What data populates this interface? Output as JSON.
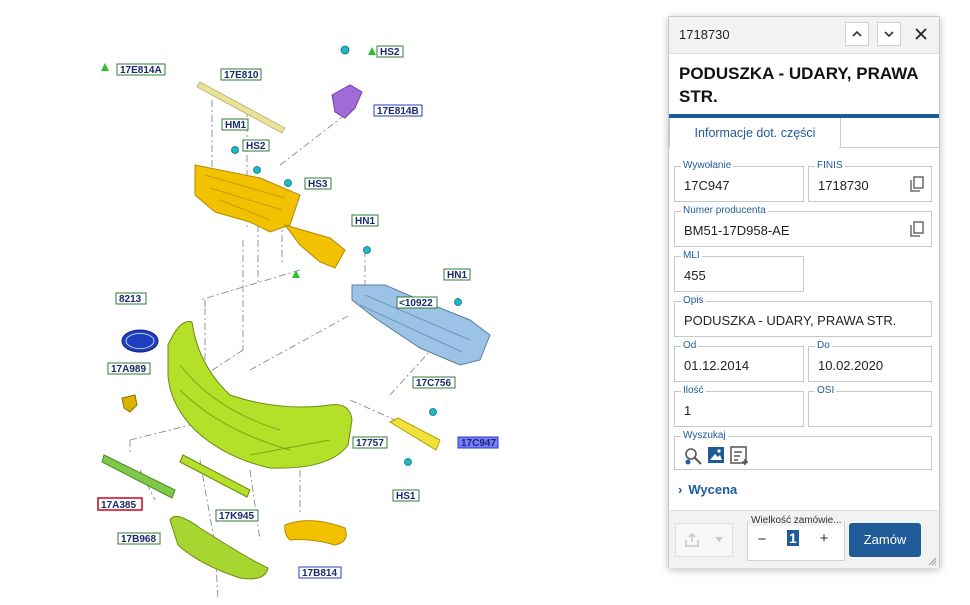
{
  "diagram": {
    "callouts": {
      "c_17E814A": "17E814A",
      "c_17E810": "17E810",
      "c_HS2_top": "HS2",
      "c_17E814B": "17E814B",
      "c_HM1": "HM1",
      "c_HS2_mid": "HS2",
      "c_HS3": "HS3",
      "c_HN1_a": "HN1",
      "c_HN1_b": "HN1",
      "c_10922": "<10922",
      "c_8213": "8213",
      "c_17A989": "17A989",
      "c_17C756": "17C756",
      "c_17C947": "17C947",
      "c_17757": "17757",
      "c_HS1": "HS1",
      "c_17A385": "17A385",
      "c_17K945": "17K945",
      "c_17B968": "17B968",
      "c_17B814": "17B814"
    },
    "colors": {
      "green_label": "#2e7d32",
      "blue_label": "#1f3fbf",
      "red_label": "#d0021b",
      "highlight": "#7b7bff",
      "bumper": "#b5e02a",
      "absorber": "#f2c200",
      "bracket": "#a06bd6",
      "reinforcement": "#8fb8e0"
    }
  },
  "panel": {
    "part_number": "1718730",
    "title": "PODUSZKA - UDARY, PRAWA STR.",
    "tab_label": "Informacje dot. części",
    "fields": {
      "wywolanie": {
        "label": "Wywołanie",
        "value": "17C947"
      },
      "finis": {
        "label": "FINIS",
        "value": "1718730"
      },
      "numer_producenta": {
        "label": "Numer producenta",
        "value": "BM51-17D958-AE"
      },
      "mli": {
        "label": "MLI",
        "value": "455"
      },
      "opis": {
        "label": "Opis",
        "value": "PODUSZKA - UDARY, PRAWA STR."
      },
      "od": {
        "label": "Od",
        "value": "01.12.2014"
      },
      "do": {
        "label": "Do",
        "value": "10.02.2020"
      },
      "ilosc": {
        "label": "Ilość",
        "value": "1"
      },
      "osi": {
        "label": "OSI",
        "value": ""
      },
      "wyszukaj": {
        "label": "Wyszukaj"
      }
    },
    "wycena_label": "Wycena",
    "order": {
      "quantity_label": "Wielkość zamówie...",
      "quantity": "1",
      "minus": "−",
      "plus": "+",
      "button_label": "Zamów"
    },
    "icons": [
      "chevron-up-icon",
      "chevron-down-icon",
      "close-icon",
      "copy-icon",
      "search-parts-icon",
      "image-icon",
      "list-add-icon",
      "share-icon",
      "resize-grip-icon"
    ]
  }
}
